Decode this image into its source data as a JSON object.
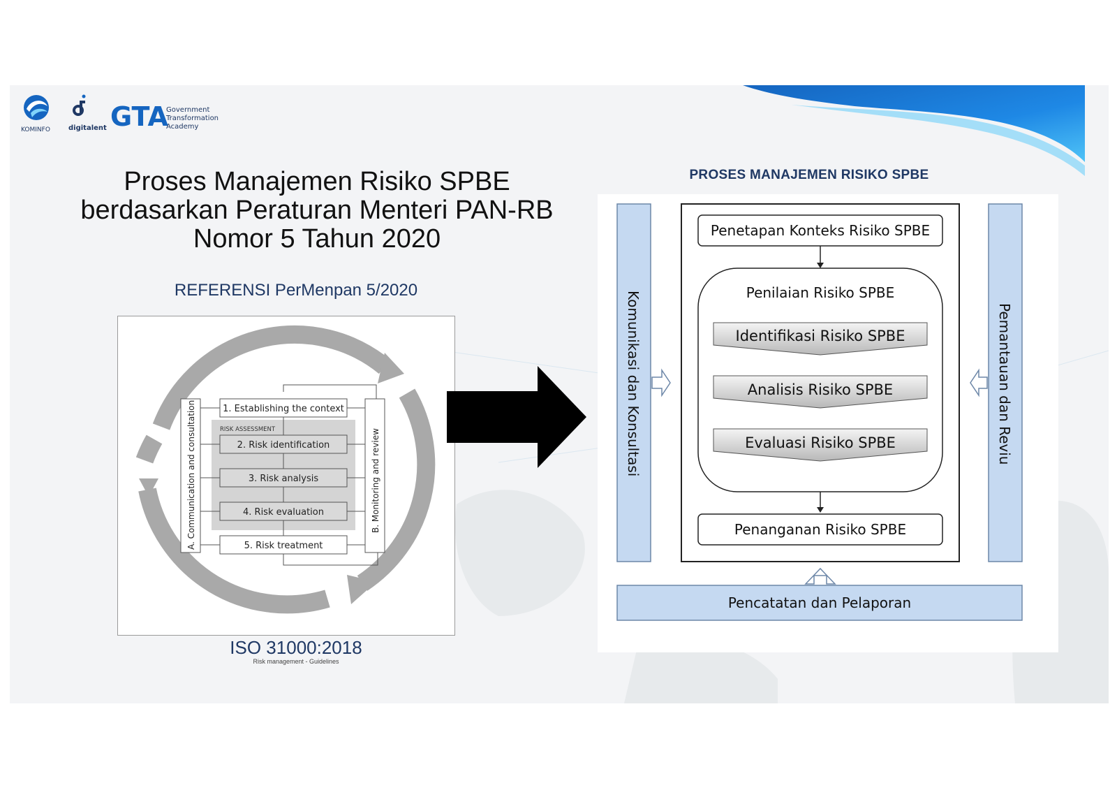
{
  "logos": {
    "kominfo": "KOMINFO",
    "digitalent": "digitalent",
    "gta": "GTA",
    "gta_line1": "Government",
    "gta_line2": "Transformation",
    "gta_line3": "Academy"
  },
  "title": {
    "line1": "Proses Manajemen Risiko SPBE",
    "line2": "berdasarkan Peraturan Menteri PAN-RB",
    "line3": "Nomor 5 Tahun 2020"
  },
  "reference_label": "REFERENSI PerMenpan 5/2020",
  "iso": {
    "title": "ISO 31000:2018",
    "subtitle": "Risk management - Guidelines",
    "steps": [
      "1. Establishing the context",
      "2. Risk identification",
      "3. Risk analysis",
      "4. Risk evaluation",
      "5. Risk treatment"
    ],
    "assessment_label": "RISK ASSESSMENT",
    "left_bar": "A. Communication and consultation",
    "right_bar": "B. Monitoring and review"
  },
  "spbe": {
    "title": "PROSES MANAJEMEN RISIKO SPBE",
    "context": "Penetapan Konteks Risiko SPBE",
    "assessment": "Penilaian Risiko SPBE",
    "identification": "Identifikasi Risiko SPBE",
    "analysis": "Analisis Risiko SPBE",
    "evaluation": "Evaluasi Risiko SPBE",
    "treatment": "Penanganan Risiko SPBE",
    "left_bar": "Komunikasi dan Konsultasi",
    "right_bar": "Pemantauan dan Reviu",
    "bottom_bar": "Pencatatan dan Pelaporan"
  },
  "colors": {
    "navy": "#1f3864",
    "bar_fill": "#c5d9f1",
    "bar_stroke": "#6d87a8",
    "brand_blue": "#1565c0"
  }
}
